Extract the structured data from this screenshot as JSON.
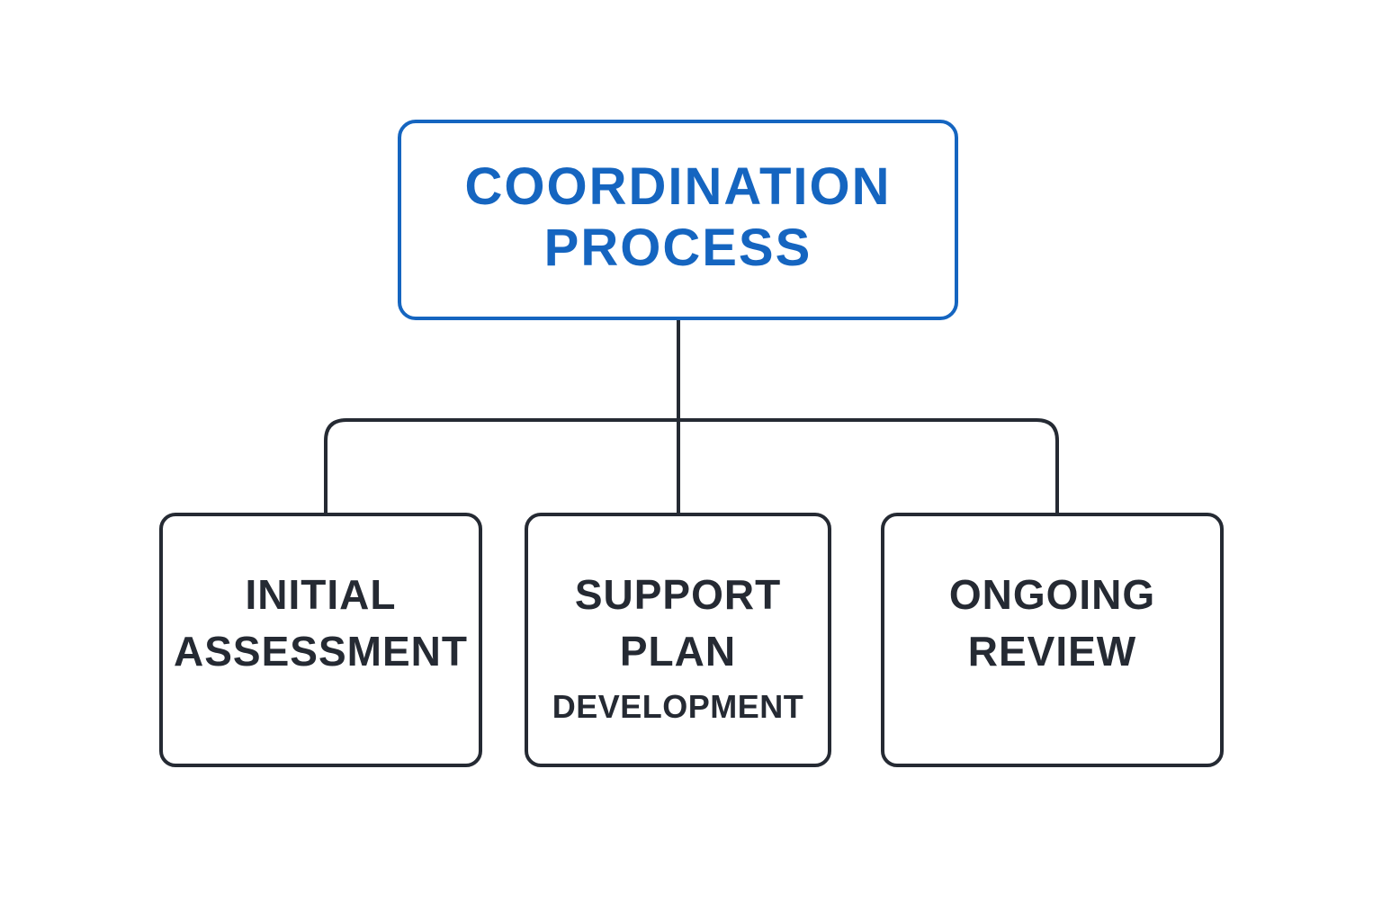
{
  "colors": {
    "root_accent": "#1565c0",
    "node_border": "#252a33",
    "connector": "#252a33",
    "background": "#ffffff"
  },
  "root": {
    "lines": [
      "COORDINATION",
      "PROCESS"
    ]
  },
  "children": [
    {
      "lines": [
        "INITIAL",
        "ASSESSMENT"
      ]
    },
    {
      "lines": [
        "SUPPORT",
        "PLAN",
        "DEVELOPMENT"
      ]
    },
    {
      "lines": [
        "ONGOING",
        "REVIEW"
      ]
    }
  ]
}
